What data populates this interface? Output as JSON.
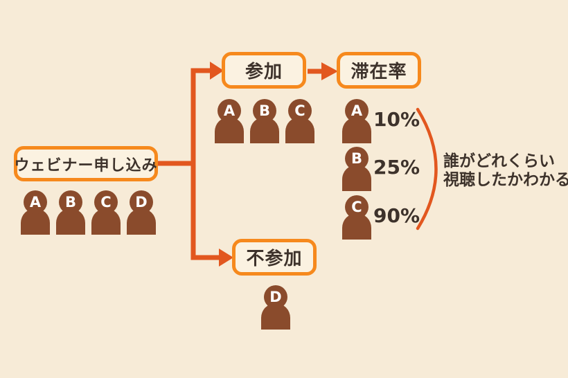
{
  "colors": {
    "background": "#f7ebd7",
    "box_border": "#f6891d",
    "box_fill": "#fbf2e1",
    "arrow": "#e2571f",
    "person": "#8a4b2c",
    "text": "#3d322b"
  },
  "diagram": {
    "signup": {
      "label": "ウェビナー申し込み",
      "members": [
        "A",
        "B",
        "C",
        "D"
      ]
    },
    "attend": {
      "label": "参加",
      "members": [
        "A",
        "B",
        "C"
      ]
    },
    "absent": {
      "label": "不参加",
      "members": [
        "D"
      ]
    },
    "retention": {
      "label": "滞在率",
      "rows": [
        {
          "member": "A",
          "rate": "10%"
        },
        {
          "member": "B",
          "rate": "25%"
        },
        {
          "member": "C",
          "rate": "90%"
        }
      ]
    },
    "annotation": {
      "line1": "誰がどれくらい",
      "line2": "視聴したかわかる"
    }
  }
}
